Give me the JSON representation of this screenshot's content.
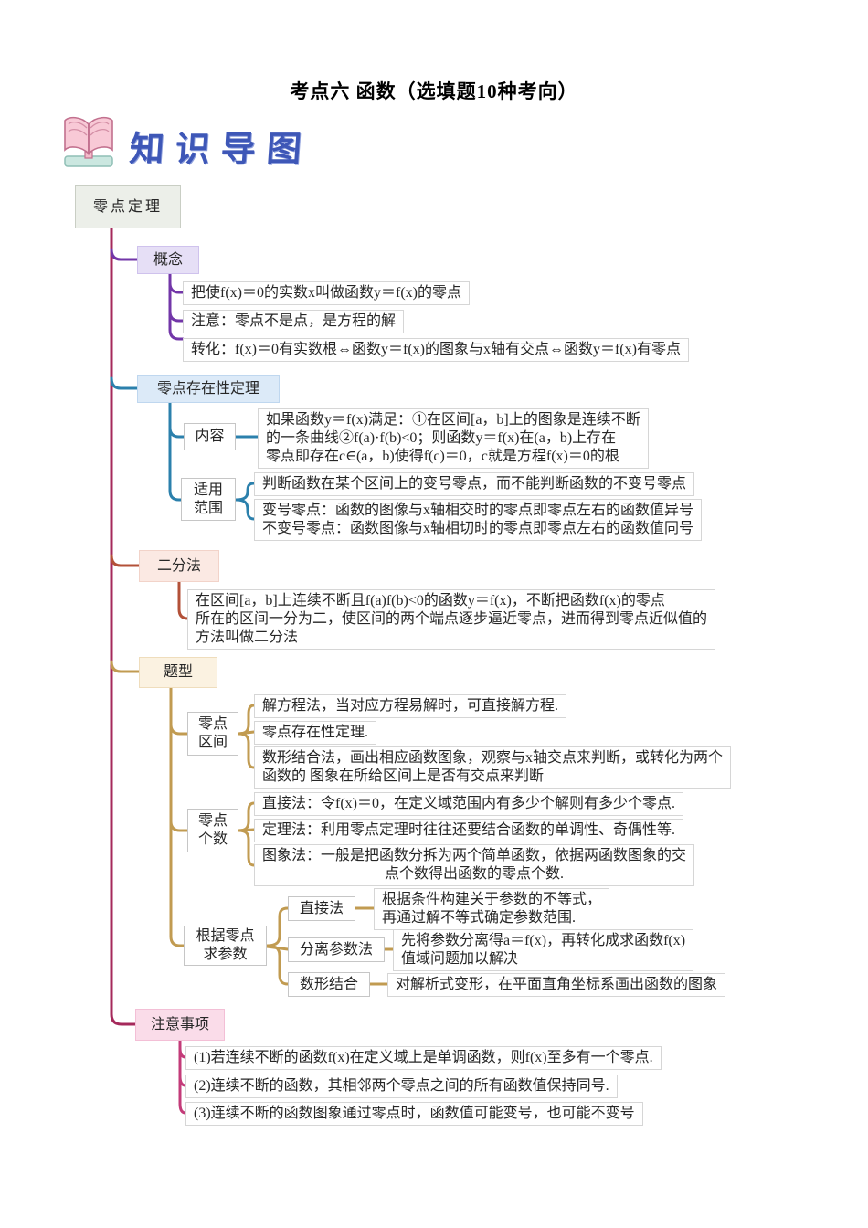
{
  "title": "考点六 函数（选填题10种考向）",
  "logo": {
    "label": "知识导图",
    "icon": "open-book-icon"
  },
  "colors": {
    "trunk": "#A5295B",
    "concept_line": "#7236A8",
    "existence_line": "#2B80AC",
    "bisection_line": "#B35138",
    "types_line": "#C19B51",
    "notes_line": "#C33B79",
    "root_bg": "#ECEFE9",
    "concept_bg": "#E6DFF6",
    "existence_bg": "#DCEAF8",
    "bisection_bg": "#FBE9E3",
    "types_bg": "#FBF2E1",
    "notes_bg": "#FADCE9"
  },
  "map": {
    "root": "零点定理",
    "concept": {
      "label": "概念",
      "leaves": [
        "把使f(x)＝0的实数x叫做函数y＝f(x)的零点",
        "注意：零点不是点，是方程的解",
        "转化：f(x)＝0有实数根⇔函数y＝f(x)的图象与x轴有交点⇔函数y＝f(x)有零点"
      ]
    },
    "existence": {
      "label": "零点存在性定理",
      "content": {
        "label": "内容",
        "leaf": "如果函数y＝f(x)满足：①在区间[a，b]上的图象是连续不断\n的一条曲线②f(a)·f(b)<0；则函数y＝f(x)在(a，b)上存在\n零点即存在c∈(a，b)使得f(c)＝0，c就是方程f(x)＝0的根"
      },
      "scope": {
        "label": "适用\n范围",
        "leaves": [
          "判断函数在某个区间上的变号零点，而不能判断函数的不变号零点",
          "变号零点：函数的图像与x轴相交时的零点即零点左右的函数值异号\n不变号零点：函数图像与x轴相切时的零点即零点左右的函数值同号"
        ]
      }
    },
    "bisection": {
      "label": "二分法",
      "leaf": "在区间[a，b]上连续不断且f(a)f(b)<0的函数y＝f(x)，不断把函数f(x)的零点\n所在的区间一分为二，使区间的两个端点逐步逼近零点，进而得到零点近似值的\n方法叫做二分法"
    },
    "types": {
      "label": "题型",
      "interval": {
        "label": "零点\n区间",
        "leaves": [
          "解方程法，当对应方程易解时，可直接解方程.",
          "零点存在性定理.",
          "数形结合法，画出相应函数图象，观察与x轴交点来判断，或转化为两个\n函数的 图象在所给区间上是否有交点来判断"
        ]
      },
      "count": {
        "label": "零点\n个数",
        "leaves": [
          "直接法：令f(x)＝0，在定义域范围内有多少个解则有多少个零点.",
          "定理法：利用零点定理时往往还要结合函数的单调性、奇偶性等.",
          "图象法：一般是把函数分拆为两个简单函数，依据两函数图象的交\n点个数得出函数的零点个数."
        ]
      },
      "param": {
        "label": "根据零点\n求参数",
        "methods": [
          {
            "label": "直接法",
            "leaf": "根据条件构建关于参数的不等式，\n再通过解不等式确定参数范围."
          },
          {
            "label": "分离参数法",
            "leaf": "先将参数分离得a＝f(x)，再转化成求函数f(x)\n值域问题加以解决"
          },
          {
            "label": "数形结合",
            "leaf": "对解析式变形，在平面直角坐标系画出函数的图象"
          }
        ]
      }
    },
    "notes": {
      "label": "注意事项",
      "leaves": [
        "(1)若连续不断的函数f(x)在定义域上是单调函数，则f(x)至多有一个零点.",
        "(2)连续不断的函数，其相邻两个零点之间的所有函数值保持同号.",
        "(3)连续不断的函数图象通过零点时，函数值可能变号，也可能不变号"
      ]
    }
  }
}
